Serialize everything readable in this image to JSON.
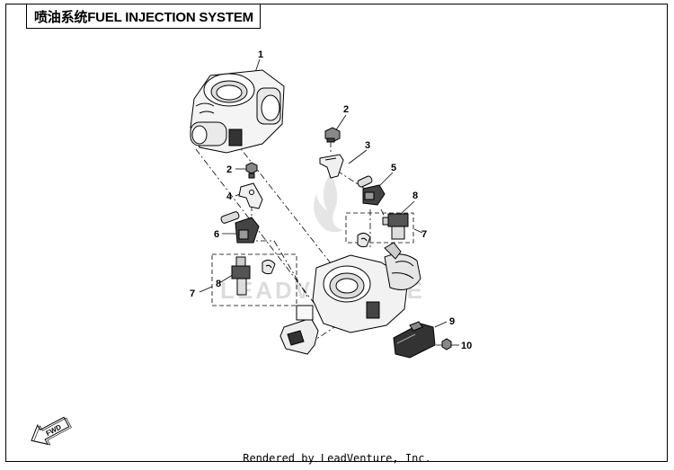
{
  "title": "喷油系统FUEL INJECTION SYSTEM",
  "footer": "Rendered by LeadVenture, Inc.",
  "watermark": "LEADVENTURE",
  "fwd_label": "FWD",
  "callouts": {
    "c1": "1",
    "c2a": "2",
    "c2b": "2",
    "c3": "3",
    "c4": "4",
    "c5": "5",
    "c6": "6",
    "c7a": "7",
    "c7b": "7",
    "c8a": "8",
    "c8b": "8",
    "c9": "9",
    "c10": "10"
  }
}
